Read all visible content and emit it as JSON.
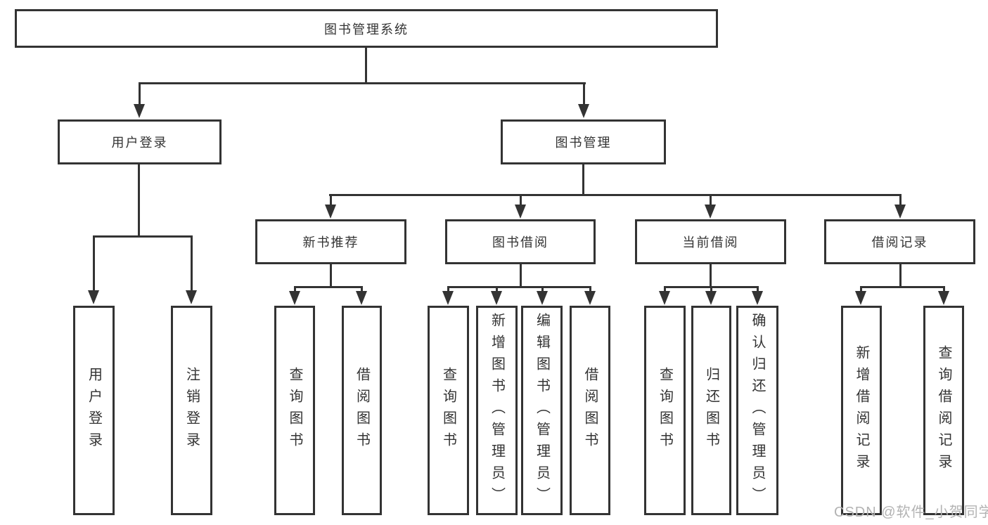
{
  "diagram": {
    "root": {
      "label": "图书管理系统"
    },
    "level2": [
      {
        "label": "用户登录"
      },
      {
        "label": "图书管理"
      }
    ],
    "level3": [
      {
        "label": "新书推荐"
      },
      {
        "label": "图书借阅"
      },
      {
        "label": "当前借阅"
      },
      {
        "label": "借阅记录"
      }
    ],
    "level4": {
      "user_login": [
        {
          "label": "用户登录"
        },
        {
          "label": "注销登录"
        }
      ],
      "new_book_recommend": [
        {
          "label": "查询图书"
        },
        {
          "label": "借阅图书"
        }
      ],
      "book_borrow": [
        {
          "label": "查询图书"
        },
        {
          "label": "新增图书（管理员）"
        },
        {
          "label": "编辑图书（管理员）"
        },
        {
          "label": "借阅图书"
        }
      ],
      "current_borrow": [
        {
          "label": "查询图书"
        },
        {
          "label": "归还图书"
        },
        {
          "label": "确认归还（管理员）"
        }
      ],
      "borrow_records": [
        {
          "label": "新增借阅记录"
        },
        {
          "label": "查询借阅记录"
        }
      ]
    }
  },
  "watermark": {
    "text": "CSDN @软件_小贺同学"
  },
  "colors": {
    "line": "#333333",
    "background": "#ffffff",
    "watermark": "#b3b3b3"
  }
}
